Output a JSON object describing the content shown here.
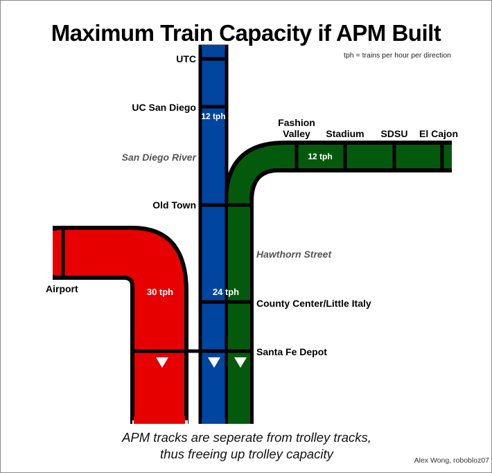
{
  "title": "Maximum Train Capacity if APM Built",
  "note": "tph = trains per hour per direction",
  "colors": {
    "blue": "#0045a0",
    "green": "#045a0c",
    "red": "#e60000",
    "gray_label": "#555555"
  },
  "stations": {
    "utc": "UTC",
    "ucsd": "UC San Diego",
    "old_town": "Old Town",
    "fashion_valley_1": "Fashion",
    "fashion_valley_2": "Valley",
    "stadium": "Stadium",
    "sdsu": "SDSU",
    "el_cajon": "El Cajon",
    "airport": "Airport",
    "county_center": "County Center/Little Italy",
    "santa_fe": "Santa Fe Depot"
  },
  "landmarks": {
    "river": "San Diego River",
    "hawthorn": "Hawthorn Street"
  },
  "capacities": {
    "blue_upper": "12 tph",
    "green_upper": "12 tph",
    "red": "30 tph",
    "combined": "24 tph"
  },
  "caption": {
    "line1": "APM tracks are seperate from trolley tracks,",
    "line2": "thus freeing up trolley capacity"
  },
  "credit": "Alex Wong, robobloz07"
}
